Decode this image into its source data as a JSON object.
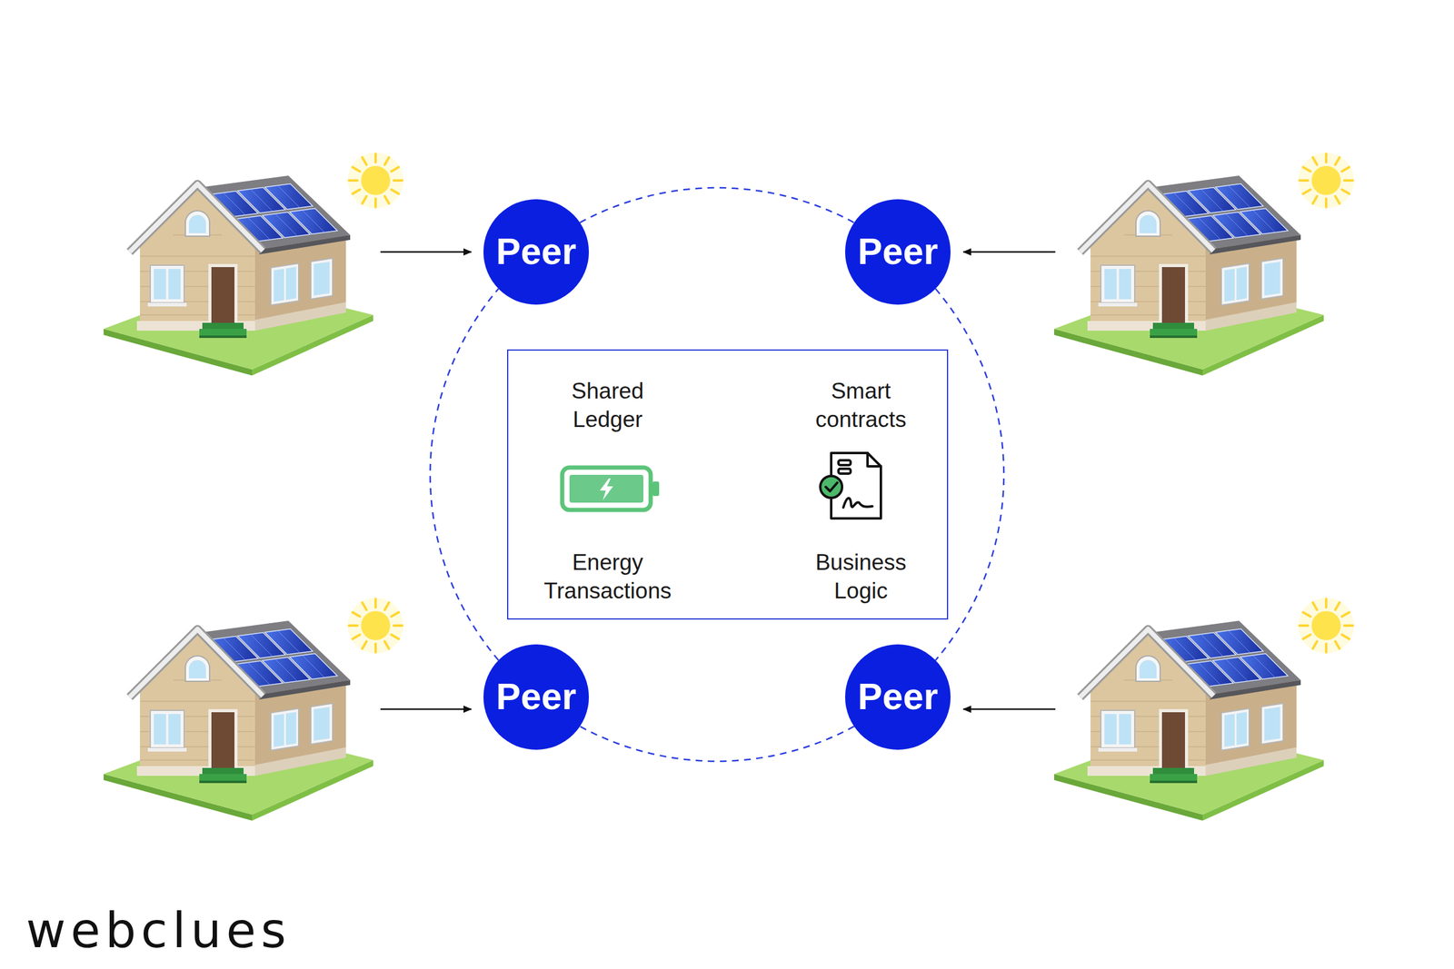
{
  "diagram": {
    "nodes": [
      {
        "text": [
          "Peer"
        ]
      },
      {
        "text": [
          "Peer"
        ]
      },
      {
        "text": [
          "Shared Ledger",
          "Smart contracts",
          "Energy Transactions",
          "Business Logic"
        ]
      },
      {
        "text": [
          "Peer"
        ]
      },
      {
        "text": [
          "Peer"
        ]
      }
    ],
    "edges": [
      {
        "from": 0,
        "to": 1,
        "arrow": "none"
      },
      {
        "from": 1,
        "to": 4,
        "arrow": "none"
      },
      {
        "from": 4,
        "to": 3,
        "arrow": "none"
      },
      {
        "from": 3,
        "to": 0,
        "arrow": "none"
      }
    ],
    "labels": [
      "webclues"
    ]
  }
}
